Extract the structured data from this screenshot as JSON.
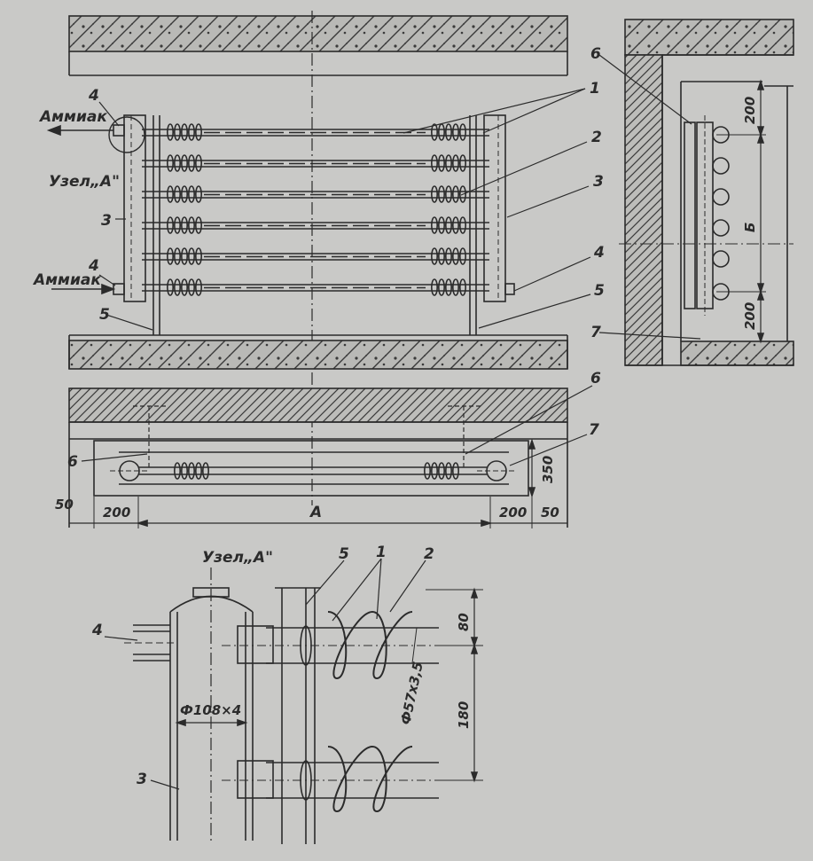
{
  "labels": {
    "ammonia_top": "Аммиак",
    "ammonia_bottom": "Аммиак",
    "node_label": "Узел„A\"",
    "node_title": "Узел„A\""
  },
  "callouts": {
    "c1": "1",
    "c2": "2",
    "c3": "3",
    "c4": "4",
    "c5": "5",
    "c6": "6",
    "c7": "7"
  },
  "dimensions": {
    "side_200_top": "200",
    "side_B": "Б",
    "side_200_bottom": "200",
    "plan_50_left": "50",
    "plan_200_left": "200",
    "plan_A": "A",
    "plan_200_right": "200",
    "plan_50_right": "50",
    "plan_350": "350",
    "node_80": "80",
    "node_180": "180",
    "node_pipe": "Ф57х3,5",
    "node_collector": "Ф108×4"
  },
  "colors": {
    "paper": "#c9c9c7",
    "ink": "#2b2b2b"
  }
}
